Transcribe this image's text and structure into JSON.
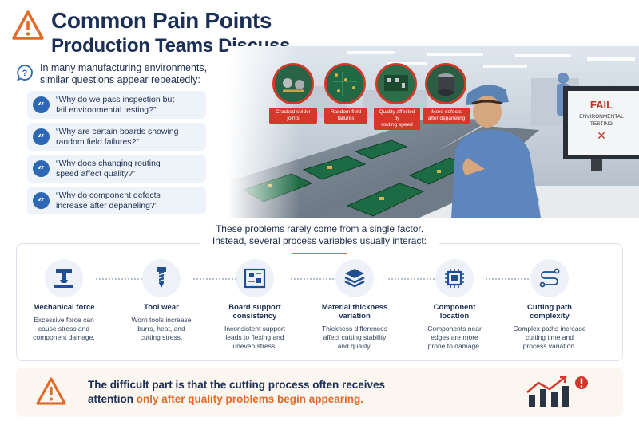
{
  "header": {
    "title_line1": "Common Pain Points",
    "title_line2": "Production Teams Discuss"
  },
  "intro": {
    "line1": "In many manufacturing environments,",
    "line2": "similar questions appear repeatedly:"
  },
  "questions": [
    {
      "line1": "“Why do we pass inspection but",
      "line2": "fail environmental testing?”"
    },
    {
      "line1": "“Why are certain boards showing",
      "line2": "random field failures?”"
    },
    {
      "line1": "“Why does changing routing",
      "line2": "speed affect quality?”"
    },
    {
      "line1": "“Why do component defects",
      "line2": "increase after depaneling?”"
    }
  ],
  "photo": {
    "callouts": [
      {
        "line1": "Cracked solder",
        "line2": "joints"
      },
      {
        "line1": "Random field",
        "line2": "failures"
      },
      {
        "line1": "Quality affected by",
        "line2": "routing speed"
      },
      {
        "line1": "More defects",
        "line2": "after depaneling"
      }
    ],
    "monitor": {
      "line1": "FAIL",
      "line2": "ENVIRONMENTAL",
      "line3": "TESTING",
      "mark": "✕"
    }
  },
  "summary": {
    "line1": "These problems rarely come from a single factor.",
    "line2": "Instead, several process variables usually interact:"
  },
  "factors": [
    {
      "icon": "press-icon",
      "title1": "Mechanical force",
      "title2": "",
      "desc1": "Excessive force can",
      "desc2": "cause stress and",
      "desc3": "component damage."
    },
    {
      "icon": "drill-bit-icon",
      "title1": "Tool wear",
      "title2": "",
      "desc1": "Worn tools increase",
      "desc2": "burrs, heat, and",
      "desc3": "cutting stress."
    },
    {
      "icon": "circuit-board-icon",
      "title1": "Board support",
      "title2": "consistency",
      "desc1": "Inconsistent support",
      "desc2": "leads to flexing and",
      "desc3": "uneven stress."
    },
    {
      "icon": "layers-icon",
      "title1": "Material thickness",
      "title2": "variation",
      "desc1": "Thickness differences",
      "desc2": "affect cutting stability",
      "desc3": "and quality."
    },
    {
      "icon": "chip-icon",
      "title1": "Component",
      "title2": "location",
      "desc1": "Components near",
      "desc2": "edges are more",
      "desc3": "prone to damage."
    },
    {
      "icon": "path-icon",
      "title1": "Cutting path",
      "title2": "complexity",
      "desc1": "Complex paths increase",
      "desc2": "cutting time and",
      "desc3": "process variation."
    }
  ],
  "callout": {
    "line1": "The difficult part is that the cutting process often receives",
    "line2_plain": "attention ",
    "line2_highlight": "only after quality problems begin appearing."
  },
  "colors": {
    "navy": "#1b2f57",
    "accent_orange": "#e36b2a",
    "blue": "#2d67b5",
    "red": "#d6372a"
  }
}
